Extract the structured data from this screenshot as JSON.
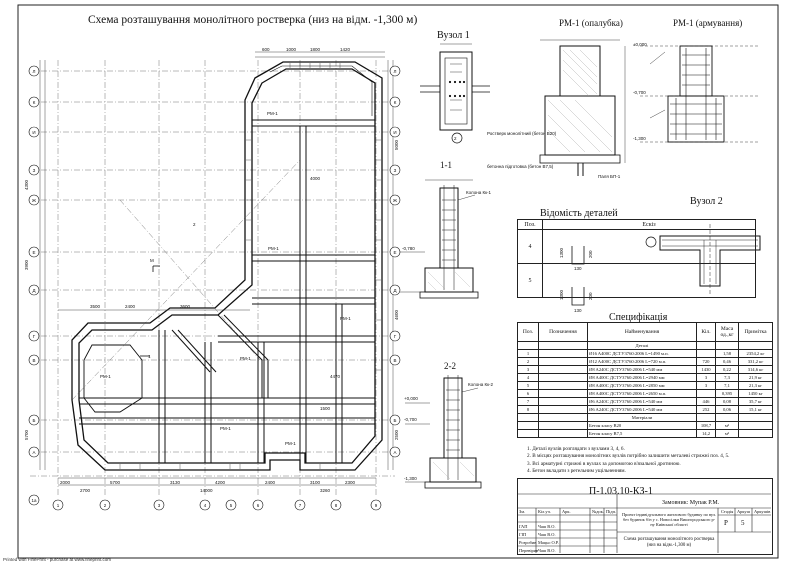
{
  "titles": {
    "main": "Схема розташування монолітного ростверка (низ на відм. -1,300 м)",
    "node1": "Вузол 1",
    "rm1_formwork": "РМ-1 (опалубка)",
    "rm1_rebar": "РМ-1 (армування)",
    "section_11": "1-1",
    "section_22": "2-2",
    "node2": "Вузол 2",
    "vedomist": "Відомість деталей",
    "spec": "Специфікація"
  },
  "plan": {
    "axis_letters": [
      "Л",
      "К",
      "И",
      "З",
      "Ж",
      "Е",
      "Д",
      "Г",
      "В",
      "Б",
      "А",
      "1а"
    ],
    "axis_numbers": [
      "1",
      "2",
      "3",
      "4",
      "5",
      "6",
      "7",
      "8",
      "9"
    ],
    "labels": [
      "РМ-1",
      "Кол-1",
      "Кол-2",
      "2",
      "1",
      "М"
    ]
  },
  "callouts": {
    "rostverk": "Ростверк монолітний (бетон В20)",
    "preparation": "бетонна підготовка (бетон В7,5)",
    "pile": "Паля БП-1",
    "column1": "Колона Кк-1",
    "column2": "Колона Кк-2"
  },
  "levels": [
    "±0,000",
    "-0,700",
    "-1,300",
    "-0,780",
    "+0,000",
    "-0,700",
    "-1,300"
  ],
  "vedomist": {
    "headers": [
      "Поз.",
      "Ескіз"
    ],
    "rows": [
      {
        "pos": "4",
        "dims": [
          "1300",
          "130",
          "200"
        ]
      },
      {
        "pos": "5",
        "dims": [
          "1300",
          "130",
          "200"
        ]
      }
    ]
  },
  "spec": {
    "headers": [
      "Поз.",
      "Позначення",
      "Найменування",
      "Кіл.",
      "Маса од.,кг",
      "Примітка"
    ],
    "section_details": "Деталі",
    "rows": [
      {
        "pos": "1",
        "name": "Ø16 A400С ДСТУ3760:2006 L=1490 м.п.",
        "qty": "",
        "mass": "1,58",
        "note": "2354,2 кг"
      },
      {
        "pos": "2",
        "name": "Ø12 A400С ДСТУ3760:2006 L=720 м.п.",
        "qty": "720",
        "mass": "0,46",
        "note": "331,2 кг"
      },
      {
        "pos": "3",
        "name": "Ø8 A240С ДСТУ3760:2006 L=540 мм",
        "qty": "1430",
        "mass": "0,22",
        "note": "314,6 кг"
      },
      {
        "pos": "4",
        "name": "Ø8 A400С ДСТУ3760:2006 L=2940 мм",
        "qty": "3",
        "mass": "7,3",
        "note": "21,9 кг"
      },
      {
        "pos": "5",
        "name": "Ø8 A400С ДСТУ3760:2006 L=2850 мм",
        "qty": "3",
        "mass": "7,1",
        "note": "21,3 кг"
      },
      {
        "pos": "6",
        "name": "Ø8 A400С ДСТУ3760:2006 L=2650 м.п.",
        "qty": "",
        "mass": "0,395",
        "note": "1450 кг"
      },
      {
        "pos": "7",
        "name": "Ø6 A240С ДСТУ3760:2006 L=540 мм",
        "qty": "446",
        "mass": "0,08",
        "note": "35,7 кг"
      },
      {
        "pos": "8",
        "name": "Ø6 A240С ДСТУ3760:2006 L=540 мм",
        "qty": "252",
        "mass": "0,06",
        "note": "15,1 кг"
      }
    ],
    "section_materials": "Матеріали",
    "materials": [
      {
        "name": "Бетон класу В20",
        "qty": "108,7",
        "unit": "м³"
      },
      {
        "name": "Бетон класу В7,5",
        "qty": "14,2",
        "unit": "м³"
      }
    ]
  },
  "notes": [
    "1. Деталі вузлів розглядати з вузлами 3, 4, 6.",
    "2. В місцях розташування монолітних вузлів потрібно залишити металеві стрижні поз. 4, 5.",
    "3. Всі арматурні стрижні в вузлах за допомогою в'язальної дротиною.",
    "4. Бетон вкладати з ретельним ущільненням."
  ],
  "stamp": {
    "code": "П-1.03.10-КЗ-1",
    "customer": "Замовник: Мупак Р.М.",
    "project": "Проект індивідуального житлового будинку по вул. без будинок б/н у с. Новосілки Вишгородського р-ну Київської області",
    "sheet_title": "Схема розташування монолітного ростверка (низ на відм.-1,300 м)",
    "stage_label": "Стадія",
    "stage": "Р",
    "sheet_label": "Аркуш",
    "sheet_no": "5",
    "sheets_label": "Аркушів",
    "col_labels": [
      "Зм.",
      "Кіл.уч.",
      "Арк.",
      "№док.",
      "Підп.",
      "Дата"
    ],
    "people": [
      {
        "role": "ГАП",
        "name": "Чаш В.О."
      },
      {
        "role": "ГІП",
        "name": "Чаш В.О."
      },
      {
        "role": "Розробив",
        "name": "Мацьо О.Р."
      },
      {
        "role": "Перевірив",
        "name": "Чаш В.О."
      }
    ]
  },
  "footer": "Printed with FinePrint - purchase at www.fineprint.com"
}
